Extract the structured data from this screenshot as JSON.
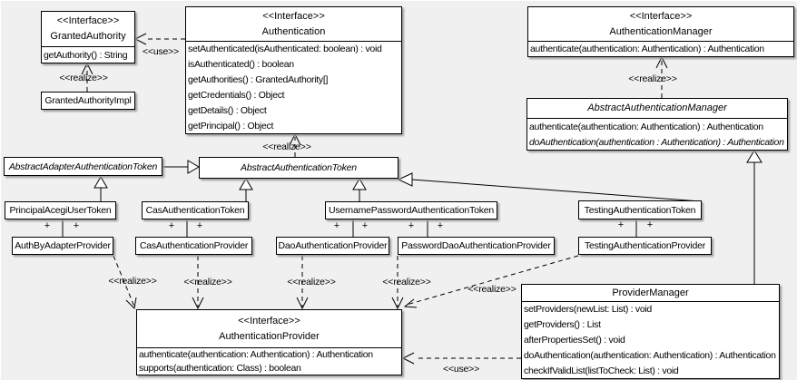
{
  "diagram": {
    "label_realize": "<<realize>>",
    "label_use": "<<use>>",
    "plus_mark": "+"
  },
  "classes": {
    "granted_authority": {
      "stereotype": "<<Interface>>",
      "name": "GrantedAuthority",
      "methods": [
        "getAuthority() : String"
      ]
    },
    "granted_authority_impl": {
      "name": "GrantedAuthorityImpl"
    },
    "authentication": {
      "stereotype": "<<Interface>>",
      "name": "Authentication",
      "methods": [
        "setAuthenticated(isAuthenticated: boolean) : void",
        "isAuthenticated() : boolean",
        "getAuthorities() : GrantedAuthority[]",
        "getCredentials() : Object",
        "getDetails() : Object",
        "getPrincipal() : Object"
      ]
    },
    "authentication_manager": {
      "stereotype": "<<Interface>>",
      "name": "AuthenticationManager",
      "methods": [
        "authenticate(authentication: Authentication) : Authentication"
      ]
    },
    "abstract_authentication_manager": {
      "name": "AbstractAuthenticationManager",
      "methods": [
        "authenticate(authentication: Authentication) : Authentication",
        "doAuthentication(authentication : Authentication) : Authentication"
      ]
    },
    "abstract_adapter_authentication_token": {
      "name": "AbstractAdapterAuthenticationToken"
    },
    "abstract_authentication_token": {
      "name": "AbstractAuthenticationToken"
    },
    "principal_acegi_user_token": {
      "name": "PrincipalAcegiUserToken"
    },
    "cas_authentication_token": {
      "name": "CasAuthenticationToken"
    },
    "username_password_authentication_token": {
      "name": "UsernamePasswordAuthenticationToken"
    },
    "testing_authentication_token": {
      "name": "TestingAuthenticationToken"
    },
    "auth_by_adapter_provider": {
      "name": "AuthByAdapterProvider"
    },
    "cas_authentication_provider": {
      "name": "CasAuthenticationProvider"
    },
    "dao_authentication_provider": {
      "name": "DaoAuthenticationProvider"
    },
    "password_dao_authentication_provider": {
      "name": "PasswordDaoAuthenticationProvider"
    },
    "testing_authentication_provider": {
      "name": "TestingAuthenticationProvider"
    },
    "authentication_provider": {
      "stereotype": "<<Interface>>",
      "name": "AuthenticationProvider",
      "methods": [
        "authenticate(authentication: Authentication) : Authentication",
        "supports(authentication: Class) : boolean"
      ]
    },
    "provider_manager": {
      "name": "ProviderManager",
      "methods": [
        "setProviders(newList: List) : void",
        "getProviders() : List",
        "afterPropertiesSet() : void",
        "doAuthentication(authentication: Authentication) : Authentication",
        "checkIfValidList(listToCheck: List) : void"
      ]
    }
  }
}
